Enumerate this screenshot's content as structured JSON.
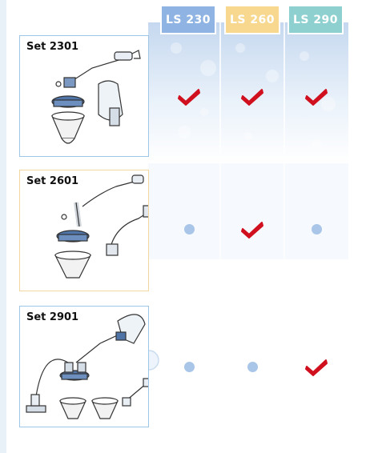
{
  "columns": [
    {
      "label": "LS 230",
      "color": "#8fb4e3"
    },
    {
      "label": "LS 260",
      "color": "#f7d88e"
    },
    {
      "label": "LS 290",
      "color": "#8ed0cf"
    }
  ],
  "sets": [
    {
      "name": "Set 2301",
      "border_color": "#9ec6e6",
      "availability": [
        "check",
        "check",
        "check"
      ]
    },
    {
      "name": "Set 2601",
      "border_color": "#f4d7a0",
      "availability": [
        "dot",
        "check",
        "dot"
      ]
    },
    {
      "name": "Set 2901",
      "border_color": "#9ec6e6",
      "availability": [
        "dot",
        "dot",
        "check"
      ]
    }
  ],
  "colors": {
    "check": "#d0101e",
    "dot": "#a9c5e8",
    "band_top": "#c8daf0",
    "band_bottom": "#ffffff"
  }
}
